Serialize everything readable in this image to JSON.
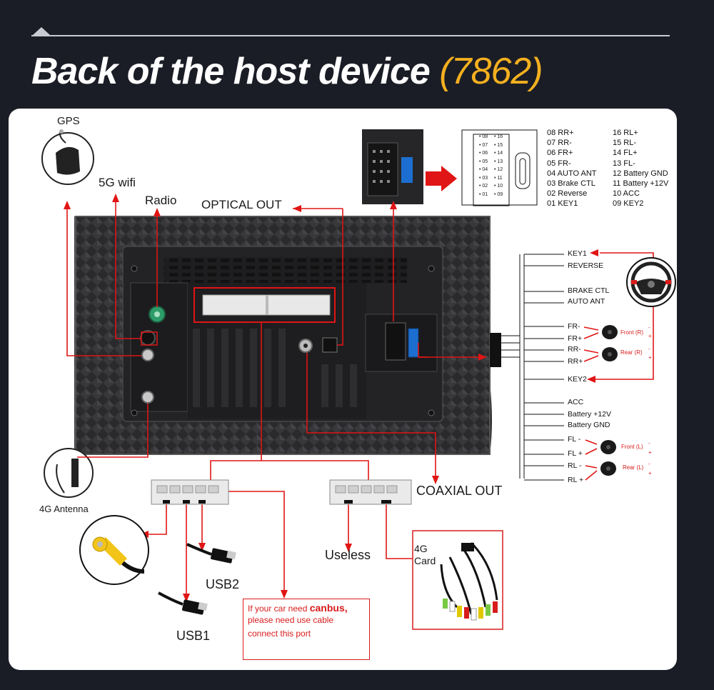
{
  "title": {
    "main": "Back of the host device",
    "model": "(7862)"
  },
  "labels": {
    "gps": "GPS",
    "wifi": "5G wifi",
    "radio": "Radio",
    "optical": "OPTICAL OUT",
    "antenna4g": "4G Antenna",
    "coaxial": "COAXIAL OUT",
    "useless": "Useless",
    "usb2": "USB2",
    "usb1": "USB1",
    "card4g_1": "4G",
    "card4g_2": "Card"
  },
  "canbus": {
    "line1_pre": "If your car need ",
    "line1_bold": "canbus,",
    "line2": "please need use cable",
    "line3": "connect this port"
  },
  "connector_pins_left": [
    "08",
    "07",
    "06",
    "05",
    "04",
    "03",
    "02",
    "01"
  ],
  "connector_pins_right": [
    "16",
    "15",
    "14",
    "13",
    "12",
    "11",
    "10",
    "09"
  ],
  "pinout_left": [
    "08 RR+",
    "07 RR-",
    "06 FR+",
    "05 FR-",
    "04 AUTO ANT",
    "03 Brake CTL",
    "02 Reverse",
    "01 KEY1"
  ],
  "pinout_right": [
    "16 RL+",
    "15 RL-",
    "14 FL+",
    "13 FL-",
    "12 Battery GND",
    "11 Battery +12V",
    "10 ACC",
    "09 KEY2"
  ],
  "harness": {
    "key1": "KEY1",
    "reverse": "REVERSE",
    "brake": "BRAKE CTL",
    "autoant": "AUTO ANT",
    "frm": "FR-",
    "frp": "FR+",
    "rrm": "RR-",
    "rrp": "RR+",
    "key2": "KEY2",
    "acc": "ACC",
    "bat12": "Battery +12V",
    "batgnd": "Battery GND",
    "flm": "FL -",
    "flp": "FL +",
    "rlm": "RL -",
    "rlp": "RL +",
    "front_r": "Front (R)",
    "rear_r": "Rear (R)",
    "front_l": "Front (L)",
    "rear_l": "Rear (L)",
    "minus": "-",
    "plus": "+"
  },
  "colors": {
    "accent": "#f4b01f",
    "wire": "#e01515",
    "panel": "#ffffff",
    "background": "#1b1d26"
  }
}
